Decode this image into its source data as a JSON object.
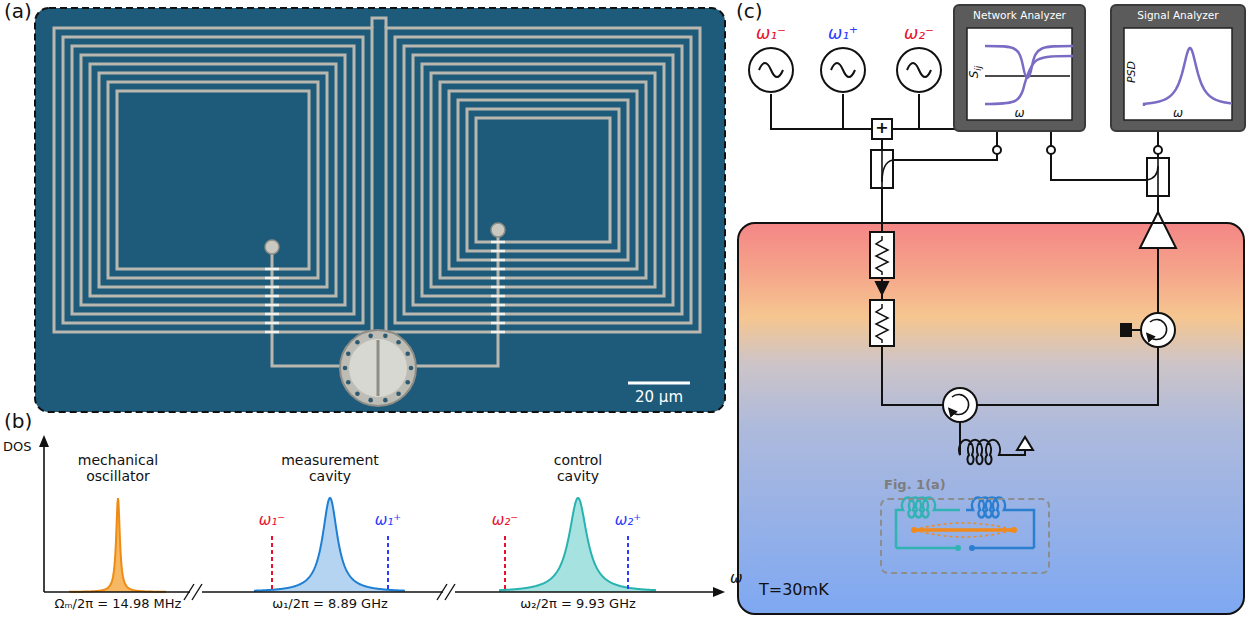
{
  "diagram": {
    "nodes": [
      {
        "text": [
          "ω₁⁻"
        ]
      },
      {
        "text": [
          "ω₁⁺"
        ]
      },
      {
        "text": [
          "ω₂⁻"
        ]
      },
      {
        "text": [
          "ω₂⁺"
        ]
      },
      {
        "text": [
          "+"
        ]
      },
      {
        "text": [
          "Network Analyzer",
          "S",
          "ij",
          "ω"
        ]
      },
      {
        "text": [
          "Signal Analyzer",
          "PSD",
          "ω"
        ]
      },
      {
        "text": [
          "T=30mK"
        ]
      },
      {
        "text": [
          "Fig. 1(a)"
        ],
        "in": 7
      }
    ],
    "edges": [
      {
        "from": 0,
        "to": 4,
        "arrow": "none"
      },
      {
        "from": 1,
        "to": 4,
        "arrow": "none"
      },
      {
        "from": 2,
        "to": 4,
        "arrow": "none"
      },
      {
        "from": 3,
        "to": 4,
        "arrow": "none"
      }
    ],
    "labels": [
      "(a)",
      "20 μm",
      "(b)",
      "DOS",
      "mechanical oscillator",
      "measurement cavity",
      "control cavity",
      "ω₁⁻",
      "ω₁⁺",
      "ω₂⁻",
      "ω₂⁺",
      "ω",
      "Ωₘ/2π = 14.98 MHz",
      "ω₁/2π = 8.89 GHz",
      "ω₂/2π = 9.93 GHz",
      "(c)"
    ]
  }
}
